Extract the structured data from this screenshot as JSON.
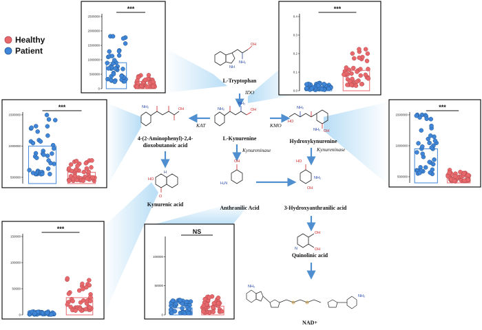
{
  "legend": {
    "items": [
      {
        "label": "Healthy",
        "color": "#e8686c"
      },
      {
        "label": "Patient",
        "color": "#3f86d8"
      }
    ]
  },
  "pathway": {
    "compounds": [
      {
        "id": "trp",
        "label": "L-Tryptophan"
      },
      {
        "id": "kyn",
        "label": "L-Kynurenine"
      },
      {
        "id": "apdba",
        "label_line1": "4-(2-Aminophenyl)-2,4-",
        "label_line2": "dioxobutanoic acid"
      },
      {
        "id": "kyna",
        "label": "Kynurenic acid"
      },
      {
        "id": "hk",
        "label": "Hydroxykynurenine"
      },
      {
        "id": "aa",
        "label": "Anthranilic Acid"
      },
      {
        "id": "haa",
        "label": "3-Hydroxyanthranilic acid"
      },
      {
        "id": "qa",
        "label": "Quinolinic acid"
      },
      {
        "id": "nad",
        "label": "NAD+"
      }
    ],
    "enzymes": [
      {
        "id": "ido",
        "label": "IDO"
      },
      {
        "id": "kat",
        "label": "KAT"
      },
      {
        "id": "kmo",
        "label": "KMO"
      },
      {
        "id": "kynu1",
        "label": "Kynureninase"
      },
      {
        "id": "kynu2",
        "label": "Kynureninase"
      }
    ]
  },
  "chart_data": [
    {
      "id": "tryptophan",
      "type": "bar",
      "categories": [
        "Patient",
        "Healthy"
      ],
      "values": [
        900000,
        250000
      ],
      "yticks": [
        "0",
        "500000",
        "1000000",
        "1500000",
        "2000000",
        "2500000"
      ],
      "ylim": [
        0,
        2500000
      ],
      "significance": "***"
    },
    {
      "id": "kynurenine",
      "type": "bar",
      "categories": [
        "Patient",
        "Healthy"
      ],
      "values": [
        0.02,
        0.11
      ],
      "yticks": [
        "0.0",
        "0.1",
        "0.2",
        "0.3",
        "0.4"
      ],
      "ylim": [
        0,
        0.4
      ],
      "significance": "***"
    },
    {
      "id": "apdba",
      "type": "bar",
      "categories": [
        "Patient",
        "Healthy"
      ],
      "values": [
        1000000,
        580000
      ],
      "yticks": [
        "500000",
        "1000000",
        "1500000"
      ],
      "ylim": [
        400000,
        1500000
      ],
      "significance": "***"
    },
    {
      "id": "hydroxykynurenine",
      "type": "bar",
      "categories": [
        "Patient",
        "Healthy"
      ],
      "values": [
        950000,
        500000
      ],
      "yticks": [
        "500000",
        "1000000",
        "1500000"
      ],
      "ylim": [
        400000,
        1500000
      ],
      "significance": "***"
    },
    {
      "id": "kynurenic",
      "type": "bar",
      "categories": [
        "Patient",
        "Healthy"
      ],
      "values": [
        3000,
        33000
      ],
      "yticks": [
        "0",
        "50000",
        "100000",
        "150000"
      ],
      "ylim": [
        0,
        150000
      ],
      "significance": "***"
    },
    {
      "id": "anthranilic",
      "type": "bar",
      "categories": [
        "Patient",
        "Healthy"
      ],
      "values": [
        12000,
        15000
      ],
      "yticks": [
        "0",
        "50000",
        "100000"
      ],
      "ylim": [
        0,
        130000
      ],
      "significance": "NS"
    }
  ]
}
